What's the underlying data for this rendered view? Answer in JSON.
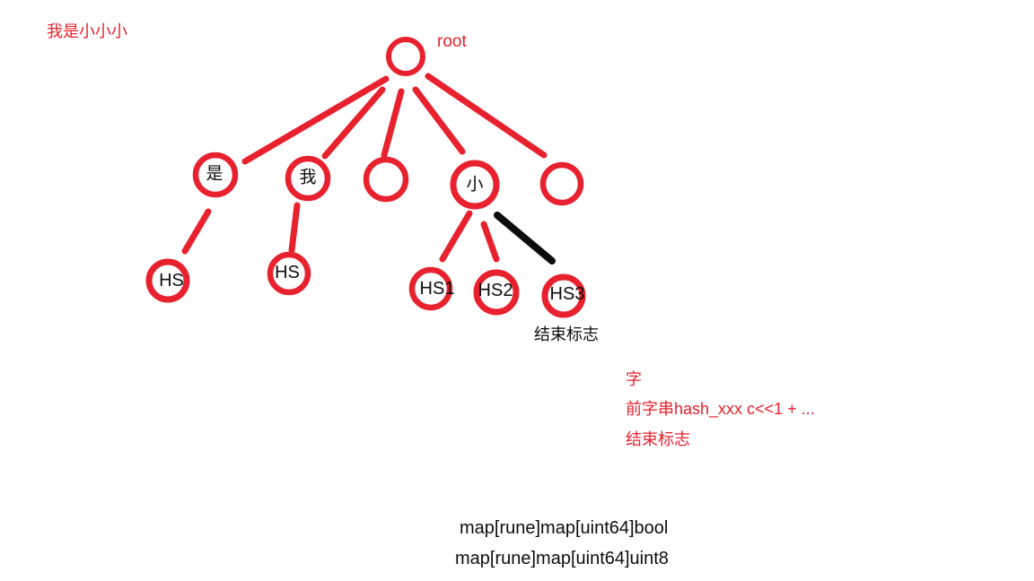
{
  "colors": {
    "red": "#e8212e",
    "ink": "#0d0d0d"
  },
  "notes": {
    "top_left": "我是小小小",
    "end_flag_caption": "结束标志"
  },
  "tree": {
    "root_label": "root",
    "nodes": {
      "shi": "是",
      "wo": "我",
      "xiao": "小",
      "hs_left": "HS",
      "hs_mid": "HS",
      "hs1": "HS1",
      "hs2": "HS2",
      "hs3": "HS3"
    }
  },
  "legend": {
    "line1": "字",
    "line2": "前字串hash_xxx c<<1 + ...",
    "line3": "结束标志"
  },
  "code": {
    "line1": "map[rune]map[uint64]bool",
    "line2": "map[rune]map[uint64]uint8"
  }
}
